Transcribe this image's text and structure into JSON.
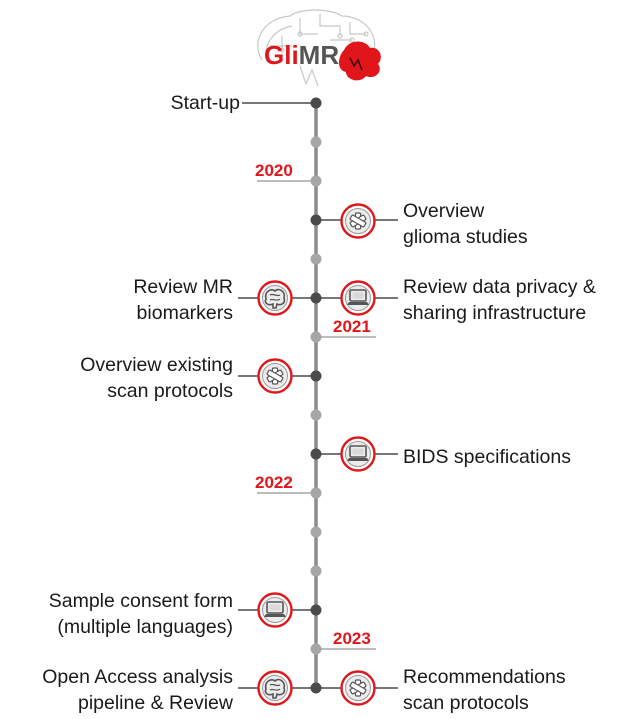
{
  "logo": {
    "prefix": "Gli",
    "suffix": "MR"
  },
  "colors": {
    "timeline": "#8c8c8c",
    "node_dark": "#4a4a4a",
    "node_light": "#a6a6a6",
    "accent": "#e0161b",
    "text": "#1a1a1a"
  },
  "milestones": {
    "startup": [
      "Start-up"
    ],
    "overview_glioma": [
      "Overview",
      "glioma studies"
    ],
    "review_mr": [
      "Review MR",
      "biomarkers"
    ],
    "review_privacy": [
      "Review data privacy &",
      "sharing infrastructure"
    ],
    "overview_protocols": [
      "Overview existing",
      "scan protocols"
    ],
    "bids": [
      "BIDS specifications"
    ],
    "consent": [
      "Sample consent form",
      "(multiple languages)"
    ],
    "open_access": [
      "Open Access analysis",
      "pipeline & Review"
    ],
    "recommendations": [
      "Recommendations",
      "scan protocols"
    ]
  },
  "milestone_icons": {
    "overview_glioma": "medical-star-icon",
    "review_mr": "brain-icon",
    "review_privacy": "laptop-icon",
    "overview_protocols": "medical-star-icon",
    "bids": "laptop-icon",
    "consent": "laptop-icon",
    "open_access": "brain-icon",
    "recommendations": "medical-star-icon"
  },
  "years": {
    "y2020": "2020",
    "y2021": "2021",
    "y2022": "2022",
    "y2023": "2023"
  }
}
